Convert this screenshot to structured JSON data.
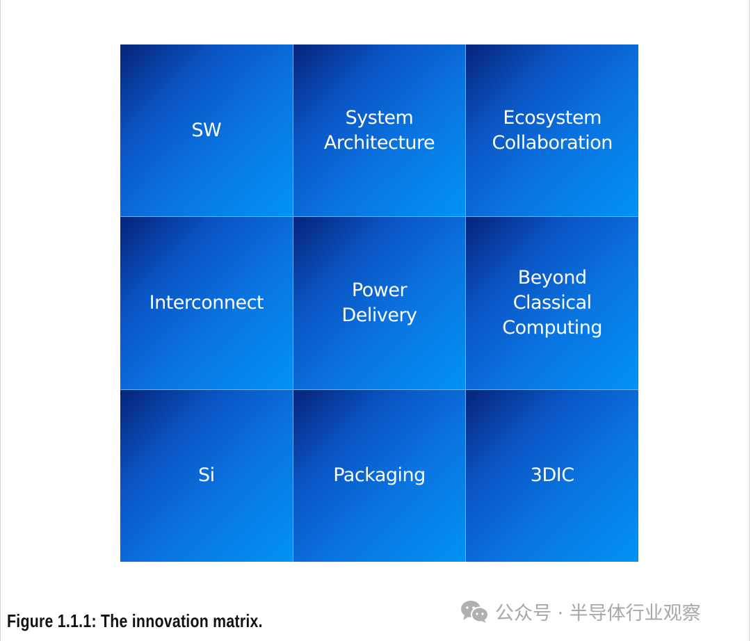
{
  "matrix": {
    "cells": [
      "SW",
      "System\nArchitecture",
      "Ecosystem\nCollaboration",
      "Interconnect",
      "Power\nDelivery",
      "Beyond\nClassical\nComputing",
      "Si",
      "Packaging",
      "3DIC"
    ]
  },
  "caption": "Figure 1.1.1: The innovation matrix.",
  "watermark": {
    "icon": "wechat-icon",
    "text": "公众号 · 半导体行业观察"
  },
  "colors": {
    "gradient_dark": "#06247a",
    "gradient_light": "#0092f5"
  }
}
